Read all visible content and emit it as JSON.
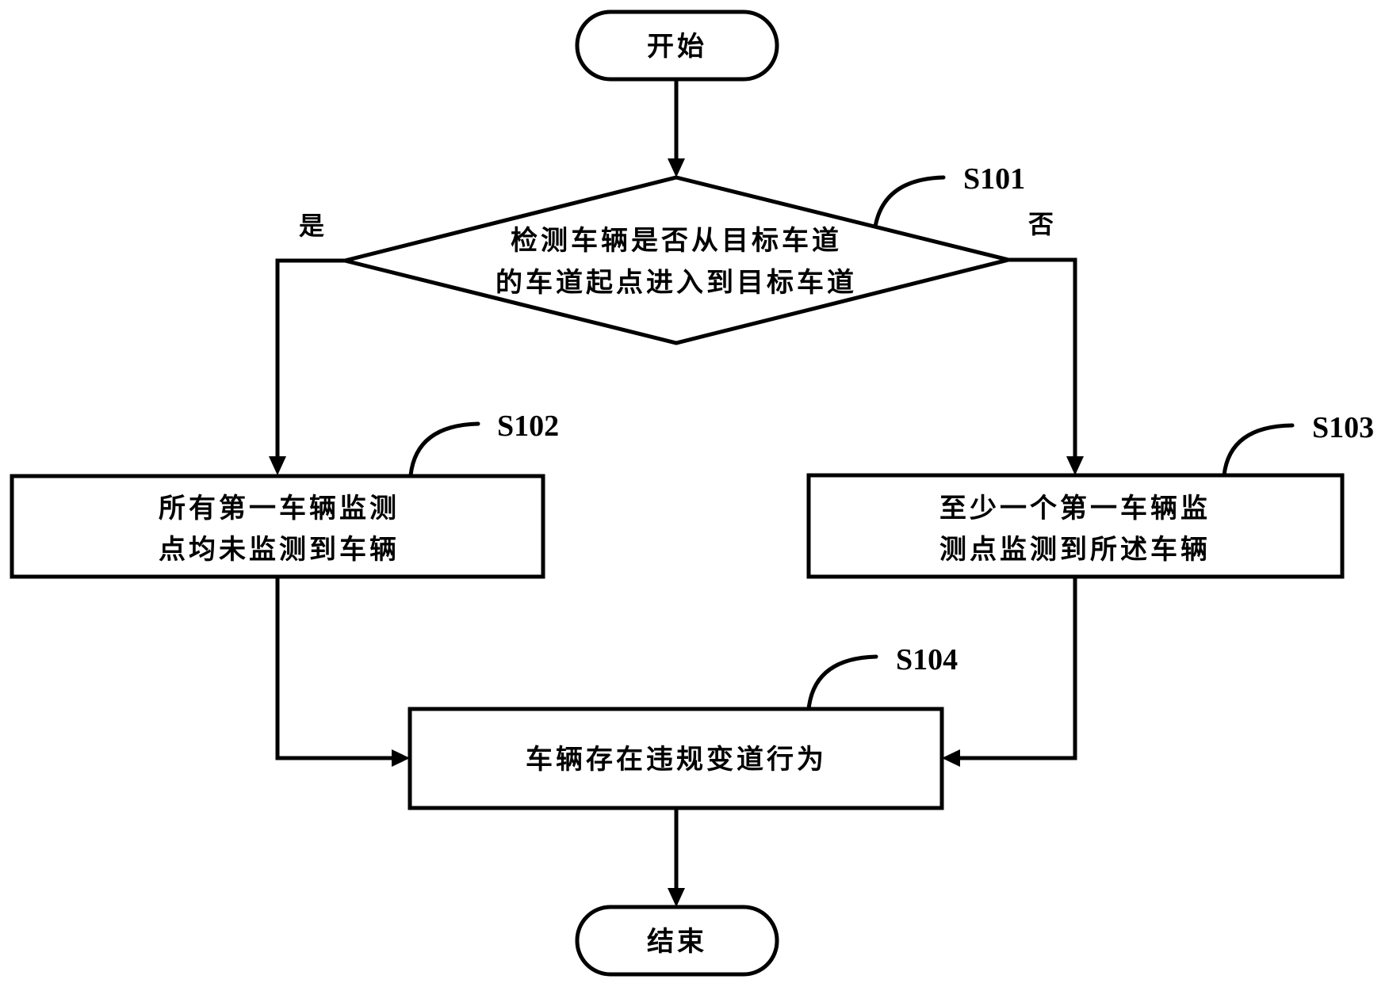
{
  "diagram": {
    "type": "flowchart",
    "nodes": {
      "start": {
        "label": "开始"
      },
      "s101": {
        "step": "S101",
        "lines": [
          "检测车辆是否从目标车道",
          "的车道起点进入到目标车道"
        ]
      },
      "s102": {
        "step": "S102",
        "lines": [
          "所有第一车辆监测",
          "点均未监测到车辆"
        ]
      },
      "s103": {
        "step": "S103",
        "lines": [
          "至少一个第一车辆监",
          "测点监测到所述车辆"
        ]
      },
      "s104": {
        "step": "S104",
        "lines": [
          "车辆存在违规变道行为"
        ]
      },
      "end": {
        "label": "结束"
      }
    },
    "branches": {
      "yes": "是",
      "no": "否"
    },
    "edges": [
      {
        "from": "start",
        "to": "s101"
      },
      {
        "from": "s101",
        "to": "s102",
        "label": "是"
      },
      {
        "from": "s101",
        "to": "s103",
        "label": "否"
      },
      {
        "from": "s102",
        "to": "s104"
      },
      {
        "from": "s103",
        "to": "s104"
      },
      {
        "from": "s104",
        "to": "end"
      }
    ]
  }
}
